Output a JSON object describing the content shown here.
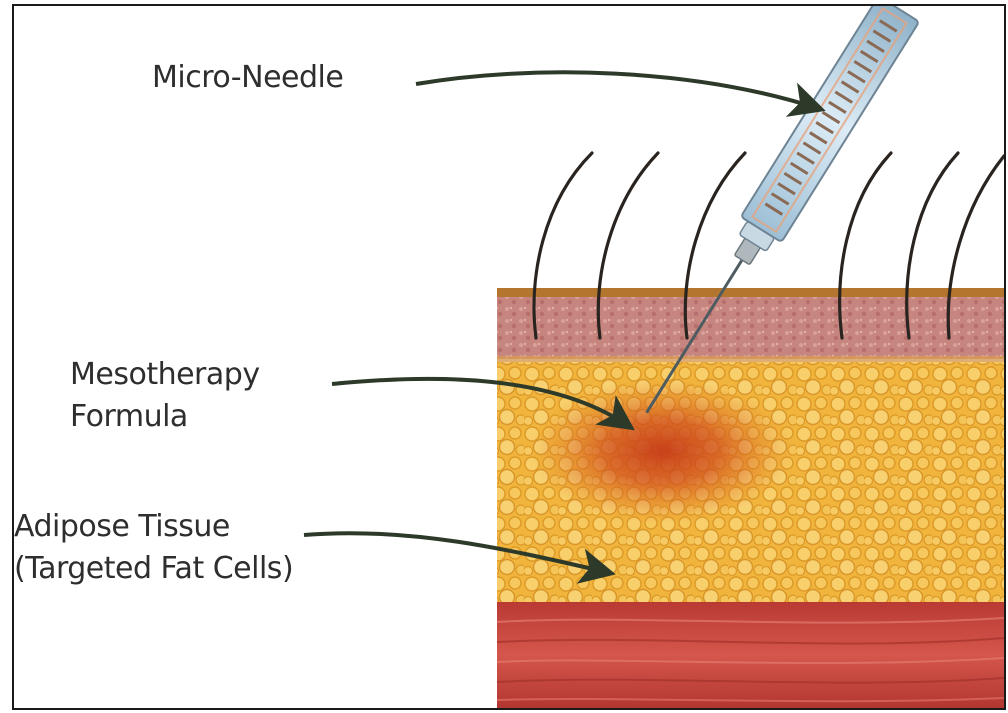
{
  "labels": {
    "micro_needle": "Micro-Needle",
    "mesotherapy_line1": "Mesotherapy",
    "mesotherapy_line2": "Formula",
    "adipose_line1": "Adipose Tissue",
    "adipose_line2": "(Targeted Fat Cells)"
  },
  "colors": {
    "epidermis": "#c98a86",
    "fat": "#f2b53d",
    "muscle": "#c9473f",
    "formula": "#c8411e",
    "hair": "#2a2420",
    "text": "#2e2e2e",
    "arrow": "#2d3a2a"
  }
}
